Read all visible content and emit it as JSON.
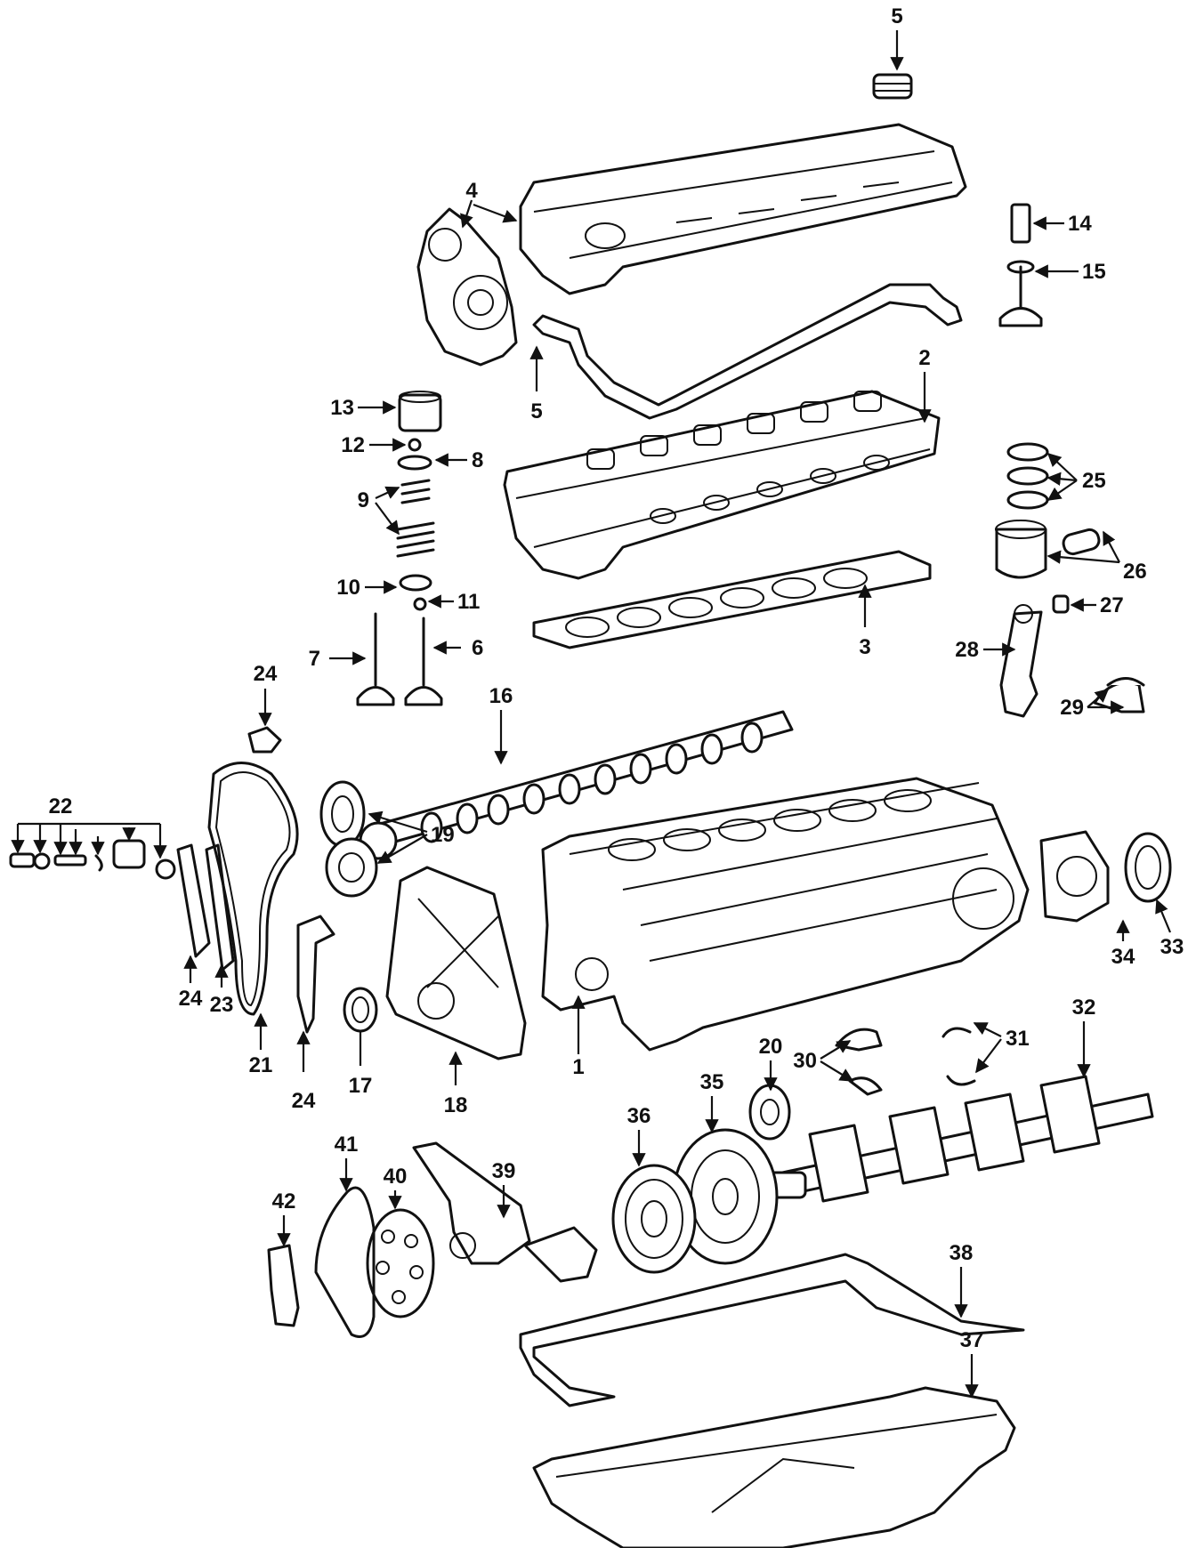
{
  "labels": [
    "1",
    "2",
    "3",
    "4",
    "5",
    "5",
    "6",
    "7",
    "8",
    "9",
    "10",
    "11",
    "12",
    "13",
    "14",
    "15",
    "16",
    "17",
    "18",
    "19",
    "20",
    "21",
    "22",
    "23",
    "24",
    "24",
    "24",
    "25",
    "26",
    "27",
    "28",
    "29",
    "30",
    "31",
    "32",
    "33",
    "34",
    "35",
    "36",
    "37",
    "38",
    "39",
    "40",
    "41",
    "42"
  ],
  "colors": {
    "ink": "#111111",
    "paper": "#ffffff"
  }
}
